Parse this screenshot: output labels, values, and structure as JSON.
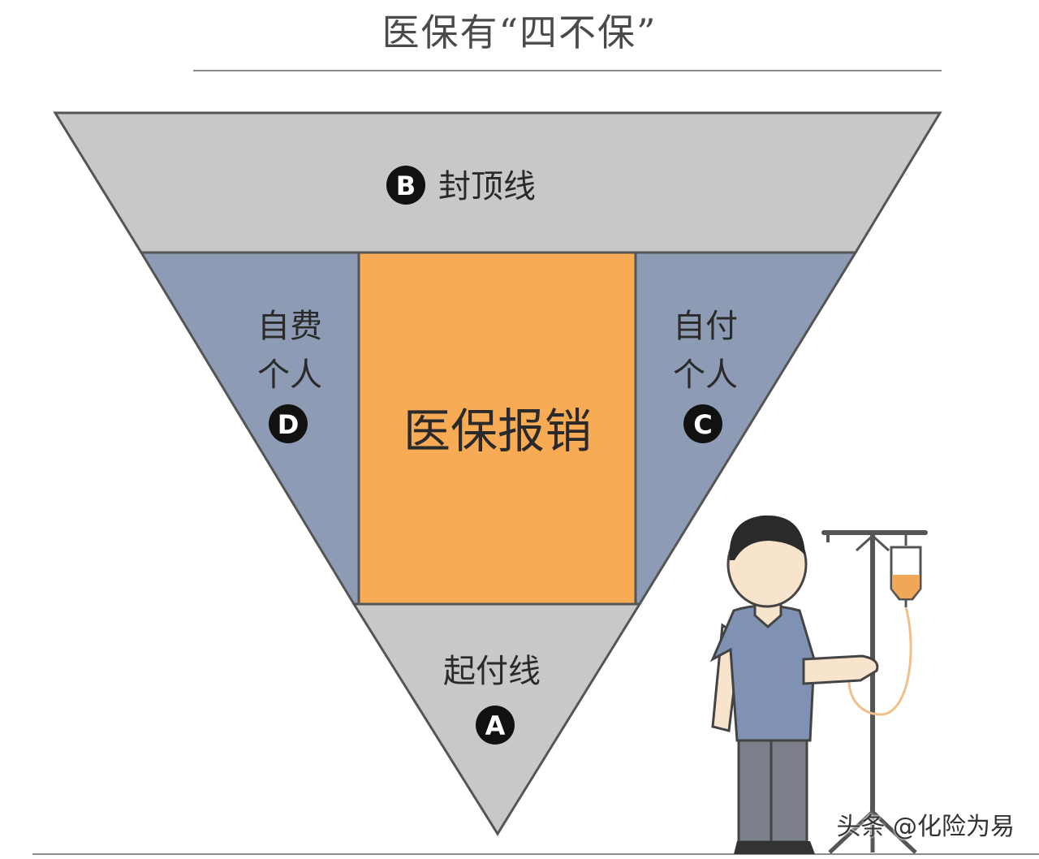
{
  "title": "医保有“四不保”",
  "regions": {
    "top": {
      "letter": "B",
      "label": "封顶线"
    },
    "left": {
      "letter": "D",
      "line1": "自费",
      "line2": "个人"
    },
    "center": {
      "label": "医保报销"
    },
    "right": {
      "letter": "C",
      "line1": "自付",
      "line2": "个人"
    },
    "bottom": {
      "letter": "A",
      "label": "起付线"
    }
  },
  "watermark": "头条 @化险为易",
  "colors": {
    "top_band": "#c8c8c8",
    "side_bands": "#8d9bb5",
    "center": "#f7ab55",
    "bottom_band": "#c8c8c8",
    "badge": "#111111",
    "patient_shirt": "#7f92b3",
    "iv_fluid": "#f0a858"
  }
}
